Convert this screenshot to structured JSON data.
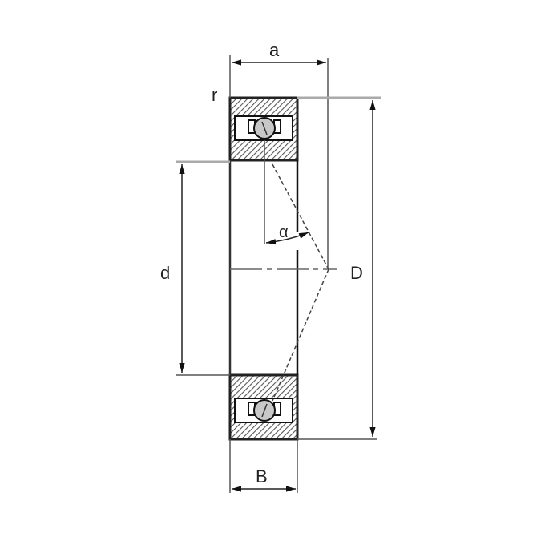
{
  "diagram": {
    "type": "angular-contact-ball-bearing-cross-section",
    "labels": {
      "a": "a",
      "r": "r",
      "alpha": "α",
      "d": "d",
      "D": "D",
      "B": "B"
    },
    "colors": {
      "line": "#333333",
      "light_line": "#999999",
      "ball": "#c8c8c8",
      "hatch": "#555555",
      "background": "#ffffff"
    }
  }
}
